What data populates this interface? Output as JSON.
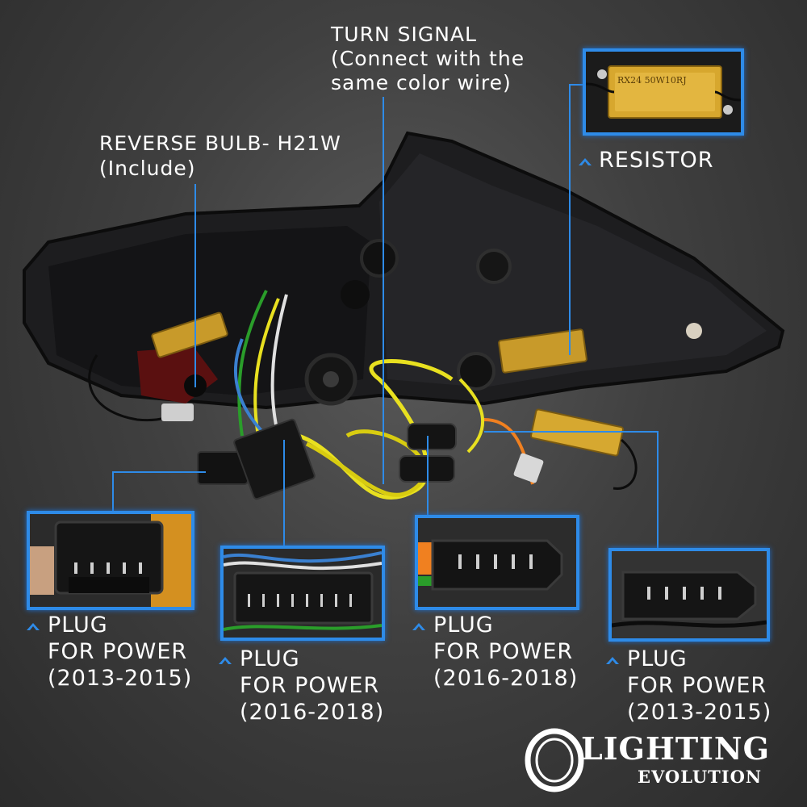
{
  "colors": {
    "accent": "#2e8be8",
    "text": "#ffffff",
    "background": "#3a3a3a"
  },
  "labels": {
    "turn_signal": {
      "line1": "TURN SIGNAL",
      "line2": "(Connect with the",
      "line3": "same color wire)"
    },
    "reverse_bulb": {
      "line1": "REVERSE BULB- H21W",
      "line2": "(Include)"
    },
    "resistor": {
      "label": "RESISTOR",
      "print": "RX24 50W10RJ"
    },
    "plug_a": {
      "line1": "PLUG",
      "line2": "FOR POWER",
      "line3": "(2013-2015)"
    },
    "plug_b": {
      "line1": "PLUG",
      "line2": "FOR POWER",
      "line3": "(2016-2018)"
    },
    "plug_c": {
      "line1": "PLUG",
      "line2": "FOR POWER",
      "line3": "(2016-2018)"
    },
    "plug_d": {
      "line1": "PLUG",
      "line2": "FOR POWER",
      "line3": "(2013-2015)"
    }
  },
  "logo": {
    "top": "LIGHTING",
    "bottom": "EVOLUTION"
  },
  "icons": [
    "chevron-up-icon",
    "resistor-photo",
    "plug-photo",
    "tail-light-photo",
    "logo-ring-icon"
  ]
}
